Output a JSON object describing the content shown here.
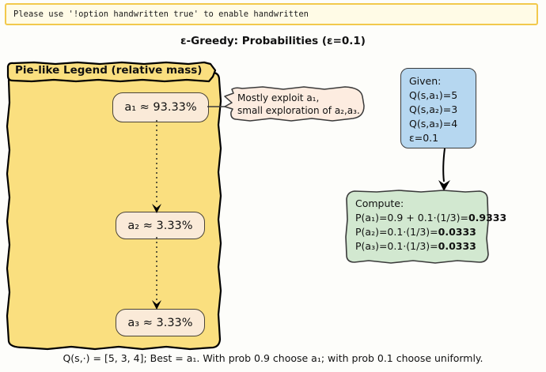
{
  "banner": {
    "text": "Please use '!option handwritten true' to enable handwritten",
    "fill": "#fffbe6",
    "border": "#f2c94c"
  },
  "title": "ε-Greedy: Probabilities (ε=0.1)",
  "legend": {
    "title": "Pie-like Legend (relative mass)",
    "fill": "#fadf7f",
    "stroke": "#000000",
    "nodes": [
      {
        "name": "a1",
        "label": "a₁ ≈ 93.33%",
        "value": 93.33
      },
      {
        "name": "a2",
        "label": "a₂ ≈ 3.33%",
        "value": 3.33
      },
      {
        "name": "a3",
        "label": "a₃ ≈ 3.33%",
        "value": 3.33
      }
    ],
    "node_fill": "#faead8"
  },
  "callout": {
    "line1": "Mostly exploit a₁,",
    "line2": "small exploration of a₂,a₃.",
    "fill": "#fdece0"
  },
  "given": {
    "fill": "#b6d7f0",
    "heading": "Given:",
    "lines": [
      "Q(s,a₁)=5",
      "Q(s,a₂)=3",
      "Q(s,a₃)=4",
      "ε=0.1"
    ]
  },
  "compute": {
    "fill": "#d2e8d0",
    "heading": "Compute:",
    "rows": [
      {
        "expr": "P(a₁)=0.9 + 0.1·(1/3)=",
        "result": "0.9333"
      },
      {
        "expr": "P(a₂)=0.1·(1/3)=",
        "result": "0.0333"
      },
      {
        "expr": "P(a₃)=0.1·(1/3)=",
        "result": "0.0333"
      }
    ]
  },
  "caption": "Q(s,·) = [5, 3, 4]; Best = a₁. With prob 0.9 choose a₁; with prob 0.1 choose uniformly."
}
